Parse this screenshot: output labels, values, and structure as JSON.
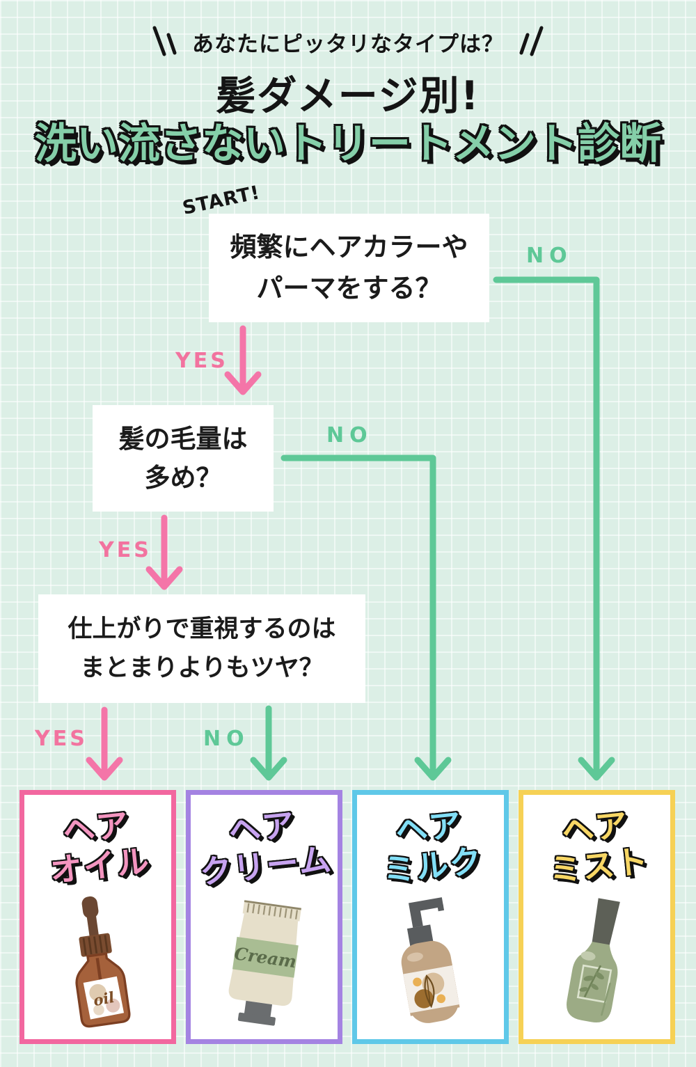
{
  "header": {
    "subtitle": "あなたにピッタリなタイプは？",
    "title_line1": "髪ダメージ別!",
    "title_line2": "洗い流さないトリートメント診断"
  },
  "flow": {
    "start_label": "START!",
    "questions": [
      {
        "line1": "頻繁にヘアカラーや",
        "line2": "パーマをする？",
        "yes": "YES",
        "no": "NO"
      },
      {
        "line1": "髪の毛量は",
        "line2": "多め？",
        "yes": "YES",
        "no": "NO"
      },
      {
        "line1": "仕上がりで重視するのは",
        "line2": "まとまりよりもツヤ？",
        "yes": "YES",
        "no": "NO"
      }
    ]
  },
  "results": [
    {
      "line1": "ヘア",
      "line2": "オイル",
      "border_color": "#f2679f",
      "text_color": "#f495c0",
      "icon": "oil-dropper-bottle-illustration",
      "product_label": "oil"
    },
    {
      "line1": "ヘア",
      "line2": "クリーム",
      "border_color": "#a483e2",
      "text_color": "#c7a3f0",
      "icon": "cream-tube-illustration",
      "product_label": "Cream"
    },
    {
      "line1": "ヘア",
      "line2": "ミルク",
      "border_color": "#5fc8e8",
      "text_color": "#82dff7",
      "icon": "milk-pump-bottle-illustration"
    },
    {
      "line1": "ヘア",
      "line2": "ミスト",
      "border_color": "#f6d155",
      "text_color": "#f8d765",
      "icon": "mist-spray-bottle-illustration"
    }
  ],
  "colors": {
    "background": "#dcefe6",
    "grid_line": "#ecf7f1",
    "title_green": "#85cfa9",
    "yes_pink": "#f2739f",
    "no_green": "#5ec897",
    "arrow_pink": "#f475a8",
    "arrow_green": "#5ec897",
    "question_box_bg": "#ffffff",
    "text_black": "#1b1b1b"
  }
}
